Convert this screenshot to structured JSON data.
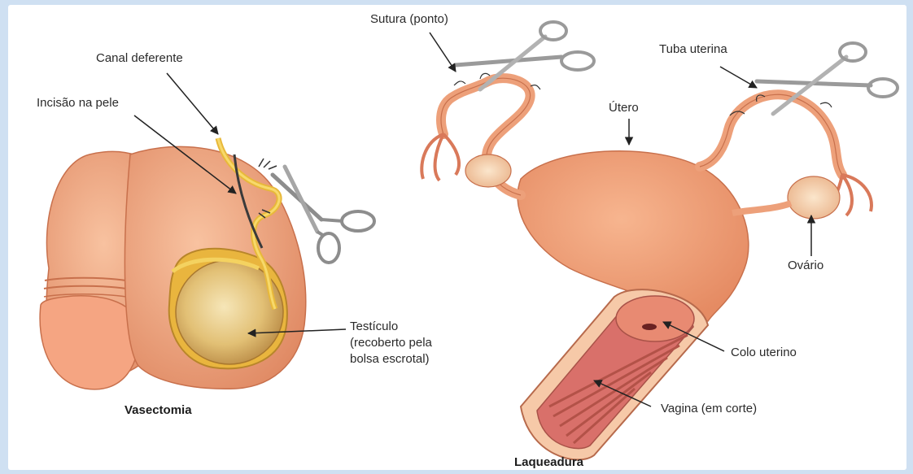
{
  "figure": {
    "vasectomy": {
      "caption": "Vasectomia",
      "labels": {
        "vas_deferens": "Canal deferente",
        "skin_incision": "Incisão na pele",
        "testicle_line1": "Testículo",
        "testicle_line2": "(recoberto pela",
        "testicle_line3": "bolsa escrotal)"
      }
    },
    "tubal_ligation": {
      "caption": "Laqueadura",
      "labels": {
        "suture": "Sutura (ponto)",
        "fallopian_tube": "Tuba uterina",
        "uterus": "Útero",
        "ovary": "Ovário",
        "cervix": "Colo uterino",
        "vagina": "Vagina (em corte)"
      }
    }
  },
  "colors": {
    "background": "#cfe0f2",
    "tissue": "#f0a07a",
    "tissue_dark": "#d9795a",
    "testicle": "#e8c27a",
    "vas": "#f2c447",
    "vagina_inner": "#d9706a",
    "scissors": "#9a9a9a"
  }
}
